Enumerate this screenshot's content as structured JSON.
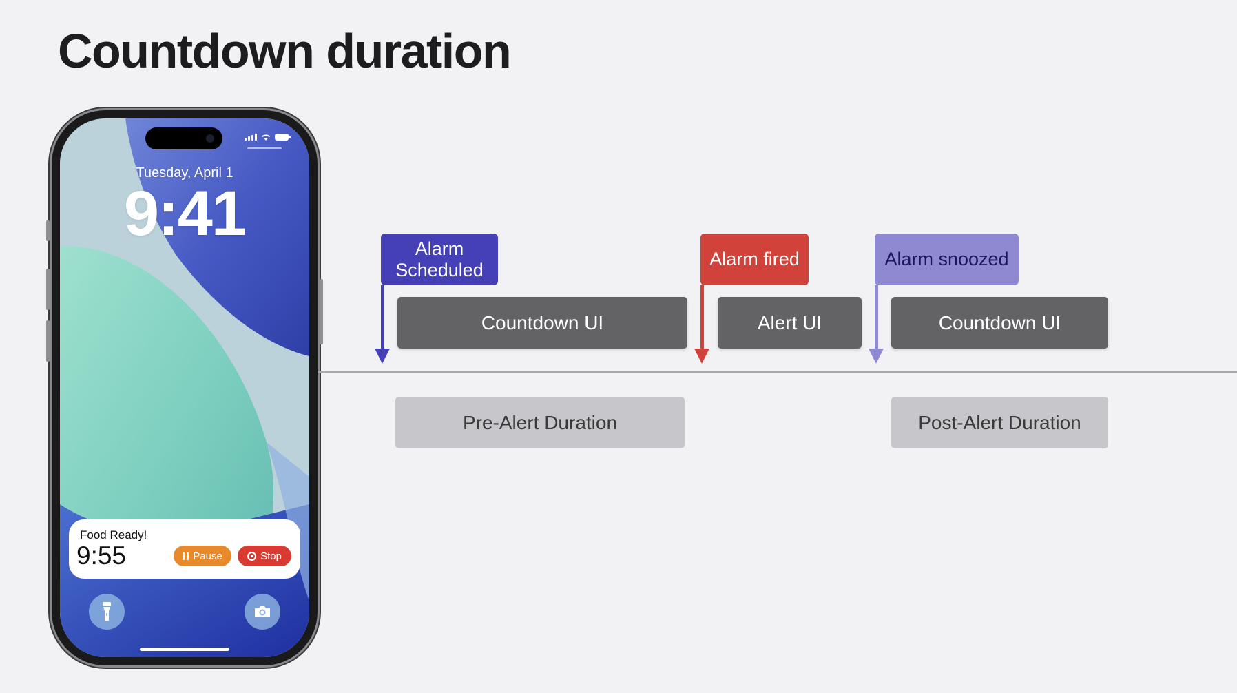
{
  "slide": {
    "title": "Countdown duration"
  },
  "phone": {
    "date": "Tuesday, April 1",
    "time": "9:41",
    "live_activity": {
      "title": "Food Ready!",
      "timer": "9:55",
      "pause_label": "Pause",
      "stop_label": "Stop",
      "pause_color": "#e88a2c",
      "stop_color": "#d93b33"
    },
    "icons": [
      "signal-icon",
      "wifi-icon",
      "battery-icon",
      "flashlight-icon",
      "camera-icon"
    ]
  },
  "timeline": {
    "events": [
      {
        "label": "Alarm Scheduled",
        "color": "#4540b5"
      },
      {
        "label": "Alarm fired",
        "color": "#d1433a"
      },
      {
        "label": "Alarm snoozed",
        "color": "#8f89d1"
      }
    ],
    "ui_states": [
      {
        "label": "Countdown UI"
      },
      {
        "label": "Alert UI"
      },
      {
        "label": "Countdown UI"
      }
    ],
    "durations": [
      {
        "label": "Pre-Alert Duration"
      },
      {
        "label": "Post-Alert Duration"
      }
    ]
  }
}
